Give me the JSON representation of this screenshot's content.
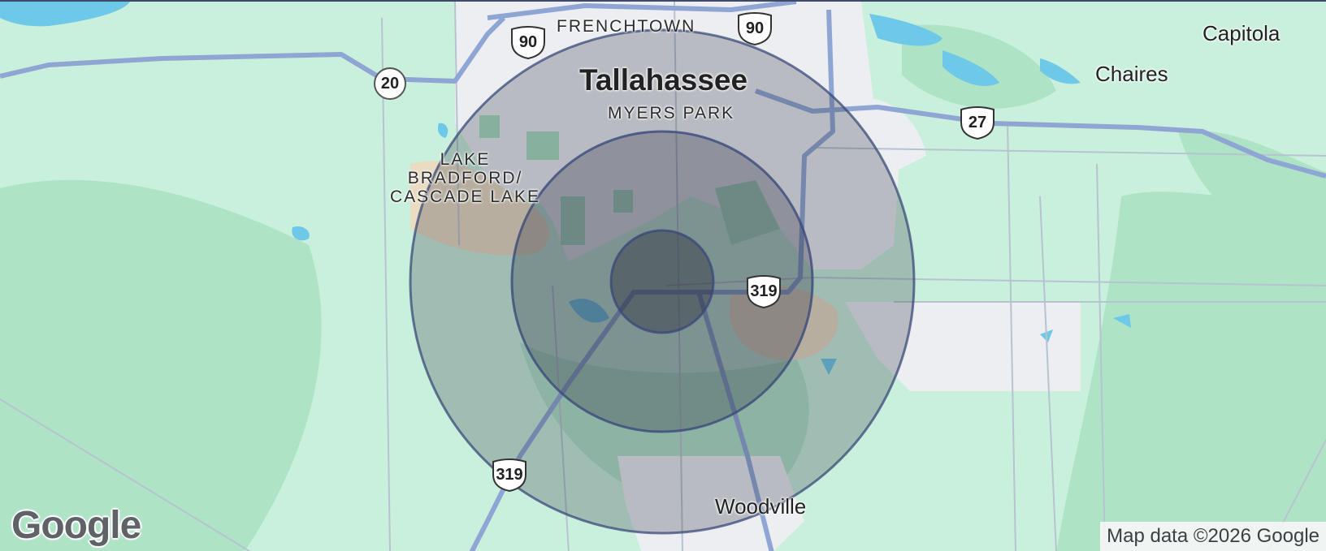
{
  "map": {
    "labels": {
      "city": "Tallahassee",
      "frenchtown": "FRENCHTOWN",
      "myers_park": "MYERS PARK",
      "lake_bradford": "LAKE\nBRADFORD/\nCASCADE LAKE",
      "chaires": "Chaires",
      "capitola": "Capitola",
      "woodville": "Woodville"
    },
    "route_shields": {
      "us90_west": "90",
      "us90_east": "90",
      "us27": "27",
      "us319_north": "319",
      "us319_south": "319",
      "state_20": "20"
    },
    "radius_rings": {
      "count": 3,
      "fill_color": "#2f3347",
      "stroke_color": "#3a4a7a"
    },
    "colors": {
      "land": "#c9f0dc",
      "forest": "#a8e0c2",
      "urban": "#e9ebee",
      "water": "#6ec8e8",
      "road_major": "#8fa6d4",
      "road_minor": "#b6c4cf"
    },
    "provider_logo": "Google",
    "attribution": "Map data ©2026 Google"
  }
}
